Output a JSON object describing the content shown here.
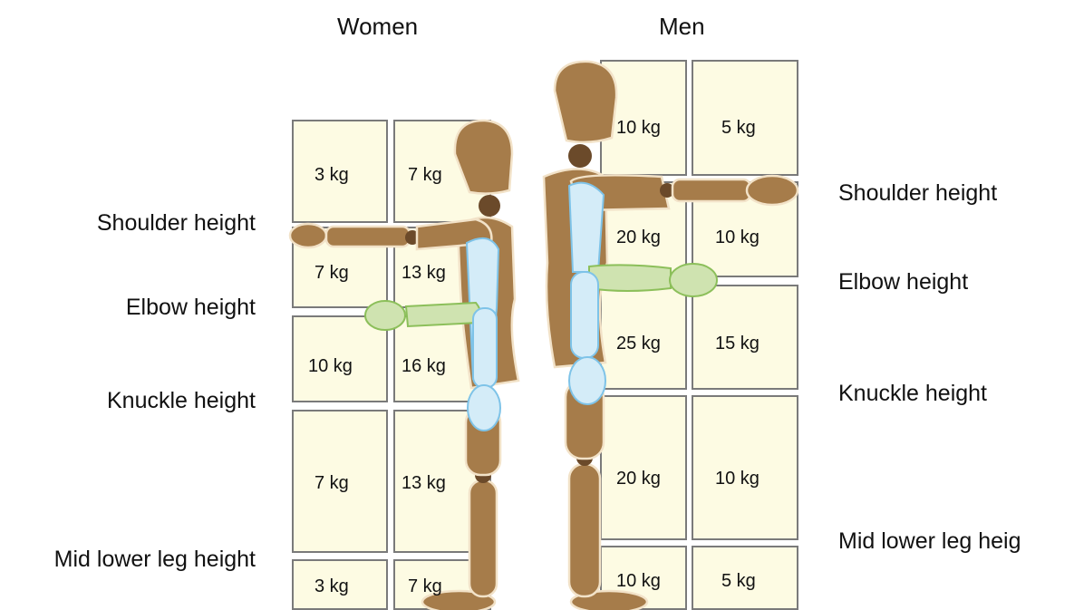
{
  "women": {
    "title": "Women",
    "labels": [
      "Shoulder height",
      "Elbow height",
      "Knuckle height",
      "Mid lower leg height"
    ],
    "weights": [
      [
        "3 kg",
        "7 kg"
      ],
      [
        "7 kg",
        "13 kg"
      ],
      [
        "10 kg",
        "16 kg"
      ],
      [
        "7 kg",
        "13 kg"
      ],
      [
        "3 kg",
        "7 kg"
      ]
    ]
  },
  "men": {
    "title": "Men",
    "labels": [
      "Shoulder height",
      "Elbow height",
      "Knuckle height",
      "Mid lower leg heig"
    ],
    "weights": [
      [
        "10 kg",
        "5 kg"
      ],
      [
        "20 kg",
        "10 kg"
      ],
      [
        "25 kg",
        "15 kg"
      ],
      [
        "20 kg",
        "10 kg"
      ],
      [
        "10 kg",
        "5 kg"
      ]
    ]
  },
  "colors": {
    "box_fill": "#fdfbe3",
    "box_border": "#7a7a7a",
    "mannequin": "#a67c4a",
    "mannequin_dark": "#6b4a2a",
    "forearm_highlight": "#cfe3b0",
    "arm_highlight": "#d4ecf8"
  }
}
